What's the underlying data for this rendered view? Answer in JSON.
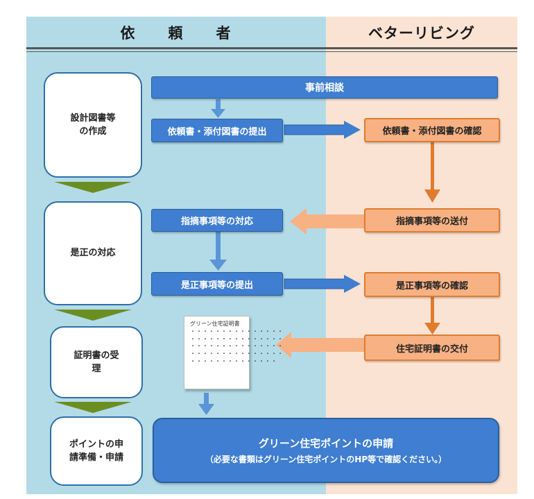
{
  "header": {
    "left_title": "依　　頼　　者",
    "right_title": "ベターリビング"
  },
  "stages": [
    {
      "label": "設計図書等\nの作成"
    },
    {
      "label": "是正の対応"
    },
    {
      "label": "証明書の受\n理"
    },
    {
      "label": "ポイントの申\n請準備・申請"
    }
  ],
  "steps": {
    "consultation": "事前相談",
    "submit_request": "依頼書・添付図書の提出",
    "confirm_request": "依頼書・添付図書の確認",
    "send_findings": "指摘事項等の送付",
    "respond_findings": "指摘事項等の対応",
    "submit_correction": "是正事項等の提出",
    "confirm_correction": "是正事項等の確認",
    "issue_certificate": "住宅証明書の交付"
  },
  "certificate_doc": {
    "title": "グリーン住宅証明書",
    "dot_lines": [
      "・・・・・・・・・・・・・・・",
      "・・・・・・・・・・・・・・・",
      "・・・・・・・・・・・・・・・",
      "・・・・・・・・・・・・・・・",
      "・・・・・・・・・・・・・・"
    ]
  },
  "final": {
    "title": "グリーン住宅ポイントの申請",
    "note": "（必要な書類はグリーン住宅ポイントのHP等で確認ください。）"
  },
  "colors": {
    "client_bg": "#b3dbe7",
    "agency_bg": "#fbe3d3",
    "blue_box": "#3f7ed0",
    "orange_box": "#f7b183",
    "orange_arrow": "#e07b2f",
    "green_chevron": "#6b8e23"
  }
}
